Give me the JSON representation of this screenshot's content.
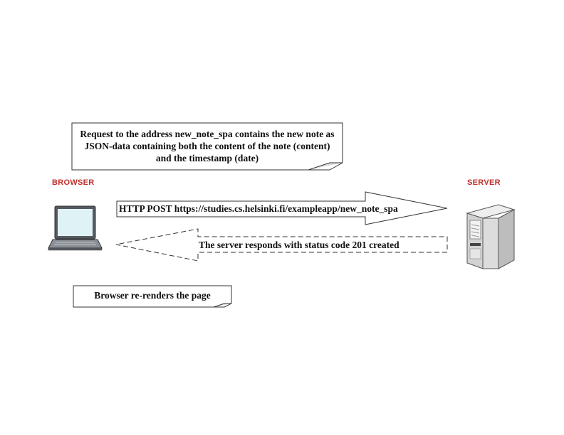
{
  "labels": {
    "browser": "BROWSER",
    "server": "SERVER"
  },
  "notes": {
    "request": "Request to the address new_note_spa contains the new note as\nJSON-data containing both the content of the note (content)\nand the timestamp (date)",
    "rerender": "Browser re-renders the page"
  },
  "arrows": {
    "post": "HTTP POST https://studies.cs.helsinki.fi/exampleapp/new_note_spa",
    "response": "The server responds with status code 201 created"
  },
  "icons": {
    "browser": "laptop-icon",
    "server": "server-tower-icon"
  },
  "colors": {
    "label": "#c0302d",
    "stroke": "#333333",
    "screen": "#dff3f7"
  }
}
